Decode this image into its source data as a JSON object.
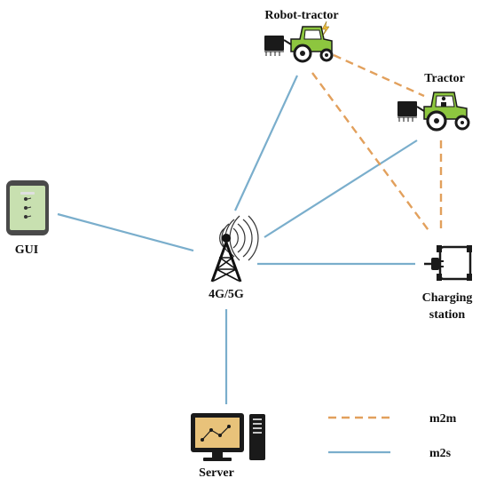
{
  "colors": {
    "m2m": "#e2a05c",
    "m2s": "#7aaecc",
    "tractor_body": "#8dc63f",
    "gui_screen": "#c8e0b0",
    "server_screen": "#e8c27a"
  },
  "nodes": {
    "robot_tractor": {
      "label": "Robot-tractor",
      "icon": "robot-tractor-icon"
    },
    "tractor": {
      "label": "Tractor",
      "icon": "tractor-icon"
    },
    "gui": {
      "label": "GUI",
      "icon": "tablet-icon"
    },
    "tower": {
      "label": "4G/5G",
      "icon": "cell-tower-icon"
    },
    "charging": {
      "label_line1": "Charging",
      "label_line2": "station",
      "icon": "charging-station-icon"
    },
    "server": {
      "label": "Server",
      "icon": "server-icon"
    }
  },
  "legend": {
    "m2m": "m2m",
    "m2s": "m2s"
  }
}
